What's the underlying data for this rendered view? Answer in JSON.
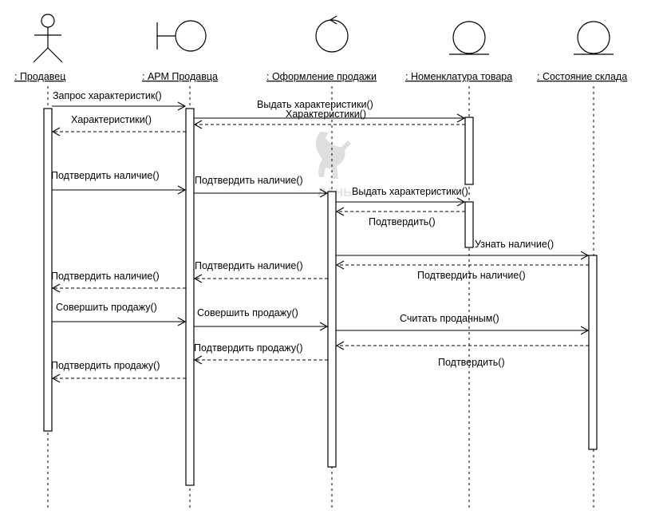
{
  "lifelines": [
    {
      "label": ": Продавец"
    },
    {
      "label": ": АРМ Продавца"
    },
    {
      "label": ": Оформление продажи"
    },
    {
      "label": ": Номенклатура товара"
    },
    {
      "label": ": Состояние склада"
    }
  ],
  "messages": [
    {
      "label": "Запрос характеристик()"
    },
    {
      "label": "Выдать характеристики()"
    },
    {
      "label": "Характеристики()"
    },
    {
      "label": "Характеристики()"
    },
    {
      "label": "Подтвердить наличие()"
    },
    {
      "label": "Подтвердить наличие()"
    },
    {
      "label": "Выдать характеристики()"
    },
    {
      "label": "Подтвердить()"
    },
    {
      "label": "Узнать наличие()"
    },
    {
      "label": "Подтвердить наличие()"
    },
    {
      "label": "Подтвердить наличие()"
    },
    {
      "label": "Подтвердить наличие()"
    },
    {
      "label": "Совершить продажу()"
    },
    {
      "label": "Совершить продажу()"
    },
    {
      "label": "Считать проданным()"
    },
    {
      "label": "Подтвердить()"
    },
    {
      "label": "Подтвердить продажу()"
    },
    {
      "label": "Подтвердить продажу()"
    }
  ],
  "watermark": {
    "text": "ЛАНЬ",
    "color": "#c8c8c8"
  }
}
